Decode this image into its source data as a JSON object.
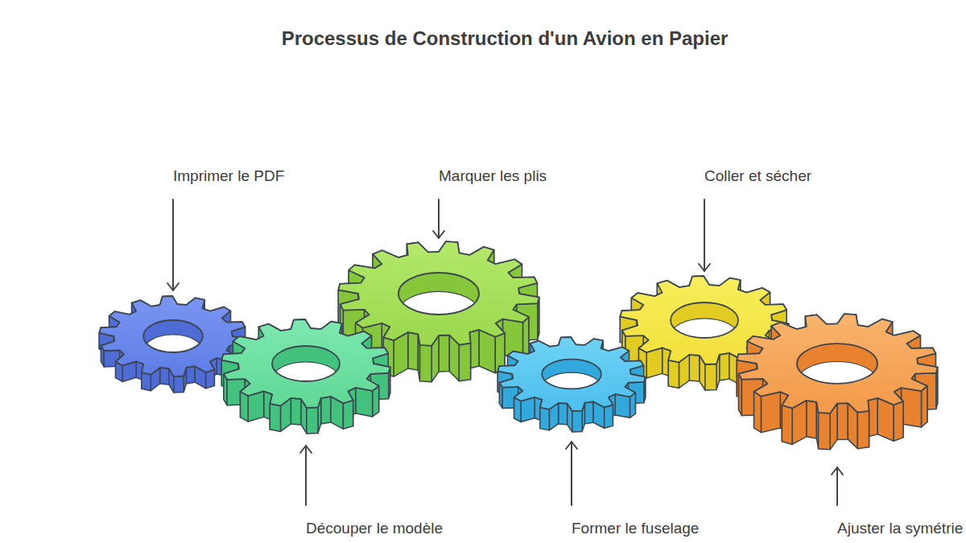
{
  "diagram": {
    "title": "Processus de Construction d'un Avion en Papier",
    "nodes": [
      {
        "text": [
          "Imprimer le PDF"
        ]
      },
      {
        "text": [
          "Découper le modèle"
        ]
      },
      {
        "text": [
          "Marquer les plis"
        ]
      },
      {
        "text": [
          "Former le fuselage"
        ]
      },
      {
        "text": [
          "Coller et sécher"
        ]
      },
      {
        "text": [
          "Ajuster la symétrie"
        ]
      }
    ]
  }
}
